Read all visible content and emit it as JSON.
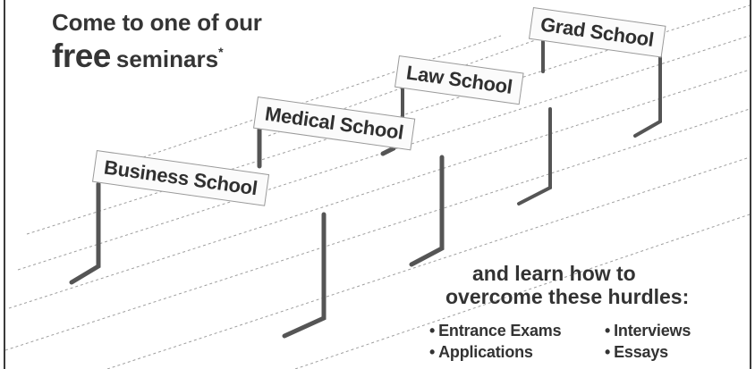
{
  "headline": {
    "line1": "Come to one of our",
    "free": "free",
    "seminars": "seminars",
    "asterisk": "*"
  },
  "hurdles": [
    {
      "label": "Grad School"
    },
    {
      "label": "Law School"
    },
    {
      "label": "Medical School"
    },
    {
      "label": "Business School"
    }
  ],
  "tagline": {
    "line1": "and learn how to",
    "line2": "overcome these hurdles:"
  },
  "topics": [
    {
      "label": "Entrance Exams"
    },
    {
      "label": "Interviews"
    },
    {
      "label": "Applications"
    },
    {
      "label": "Essays"
    }
  ],
  "bullet_glyph": "•",
  "colors": {
    "ink": "#333333",
    "frame": "#3a3a3a",
    "track_lines": "#9e9e9e",
    "background": "#ffffff"
  }
}
